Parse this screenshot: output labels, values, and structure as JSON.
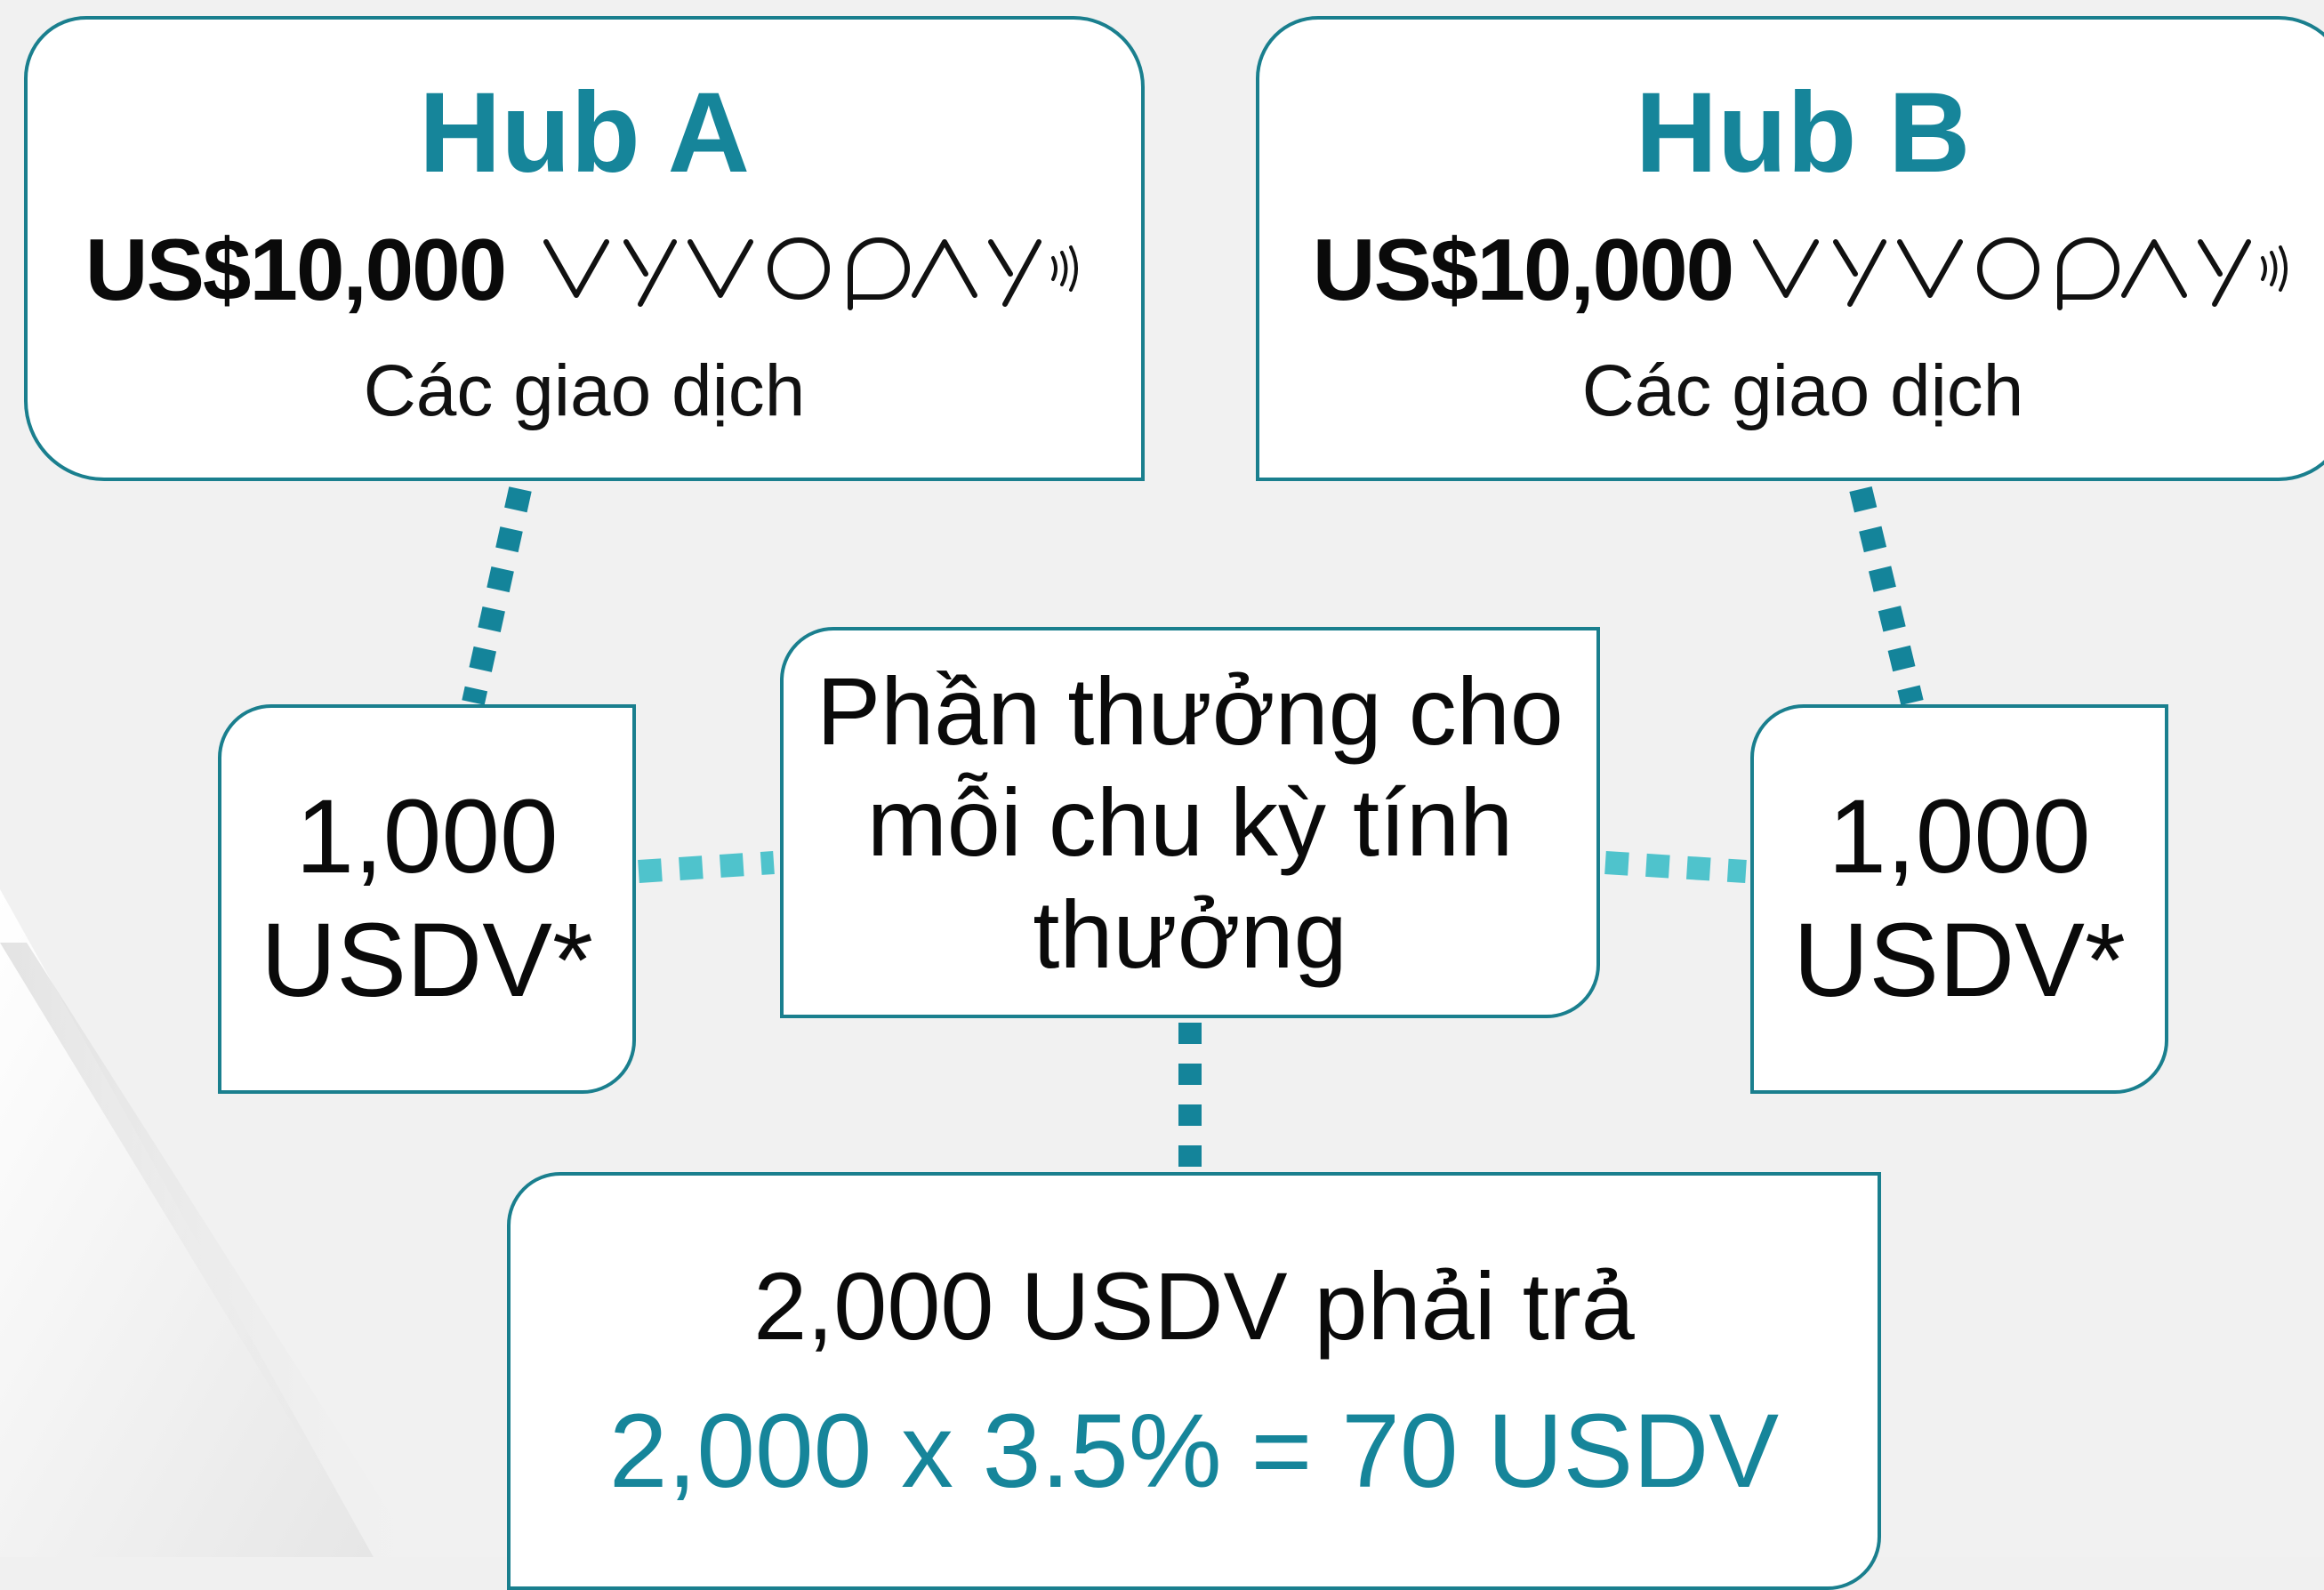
{
  "hubs": [
    {
      "title": "Hub A",
      "amount": "US$10,000",
      "brand": "VYVOPAY",
      "caption": "Các giao dịch"
    },
    {
      "title": "Hub B",
      "amount": "US$10,000",
      "brand": "VYVOPAY",
      "caption": "Các giao dịch"
    }
  ],
  "left_reward": {
    "line1": "1,000",
    "line2": "USDV*"
  },
  "right_reward": {
    "line1": "1,000",
    "line2": "USDV*"
  },
  "center": {
    "line1": "Phần thưởng cho",
    "line2": "mỗi chu kỳ tính",
    "line3": "thưởng"
  },
  "payout": {
    "line1": "2,000 USDV phải trả",
    "line2": "2,000 x 3.5% = 70 USDV"
  },
  "colors": {
    "accent": "#16859a",
    "border": "#1a7f8e",
    "connector_dark": "#14849a",
    "connector_light": "#4fc3cc",
    "background": "#f0f0f0"
  },
  "icons": [
    "brand-logo-vyvopay",
    "contactless-icon"
  ]
}
